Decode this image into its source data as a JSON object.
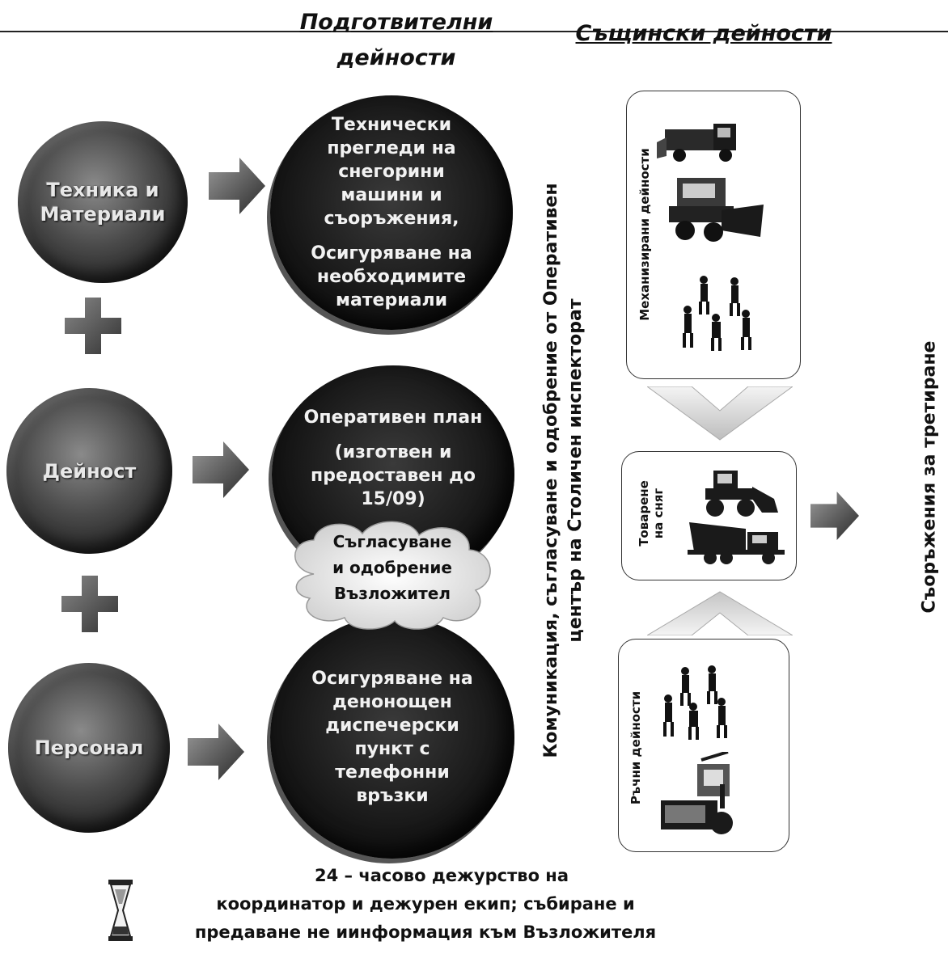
{
  "headers": {
    "preparatory_line1": "Подготвителни",
    "preparatory_line2": "дейности",
    "actual": "Същински дейности"
  },
  "left_circles": [
    {
      "line1": "Техника и",
      "line2": "Материали"
    },
    {
      "line1": "Дейност",
      "line2": ""
    },
    {
      "line1": "Персонал",
      "line2": ""
    }
  ],
  "big_circles": {
    "technical": {
      "lines": [
        "Технически",
        "прегледи на",
        "снегорини",
        "машини и",
        "съоръжения,"
      ],
      "lines2": [
        "Осигуряване на",
        "необходимите",
        "материали"
      ]
    },
    "plan": {
      "lines": [
        "Оперативен план"
      ],
      "lines2": [
        "(изготвен и",
        "предоставен до",
        "15/09)"
      ]
    },
    "dispatch": {
      "lines": [
        "Осигуряване на",
        "денонощен",
        "диспечерски",
        "пункт с",
        "телефонни",
        "връзки"
      ]
    }
  },
  "cloud": {
    "lines": [
      "Съгласуване",
      "и одобрение",
      "Възложител"
    ]
  },
  "communication": {
    "line1": "Комуникация, съгласуване и одобрение от Оперативен",
    "line2": "център на Столичен инспекторат"
  },
  "activity_panels": {
    "mechanized": "Механизирани дейности",
    "loading_line1": "Товарене",
    "loading_line2": "на сняг",
    "manual": "Ръчни дейности"
  },
  "result": "Съоръжения за третиране",
  "footer": {
    "line1": "24 – часово дежурство на",
    "line2": "координатор и дежурен екип; събиране и",
    "line3": "предаване не иинформация към Възложителя"
  },
  "icons": [
    "right-arrow-icon",
    "plus-icon",
    "hourglass-icon",
    "snowplow-icon",
    "worker-icon",
    "loader-icon",
    "dump-truck-icon",
    "snow-blower-icon"
  ]
}
